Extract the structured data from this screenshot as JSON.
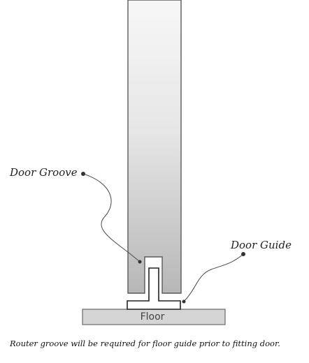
{
  "labels": {
    "door_groove": "Door Groove",
    "door_guide": "Door Guide",
    "floor": "Floor"
  },
  "caption": "Router groove will be required for floor guide prior to fitting door.",
  "colors": {
    "door_top": "#f6f6f6",
    "door_bottom": "#b8b8b8",
    "outline": "#555555",
    "floor_fill": "#d6d6d6",
    "guide_fill": "#ffffff"
  }
}
